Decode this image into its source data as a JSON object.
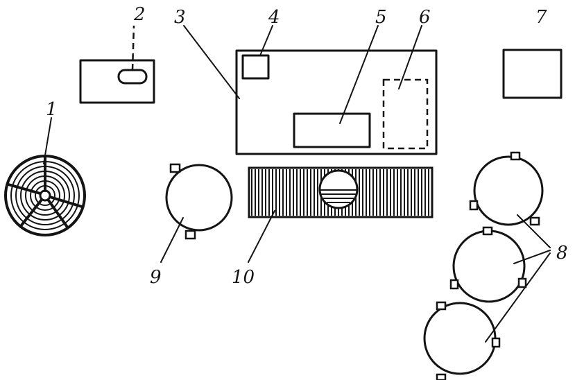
{
  "labels": {
    "l1": "1",
    "l2": "2",
    "l3": "3",
    "l4": "4",
    "l5": "5",
    "l6": "6",
    "l7": "7",
    "l8": "8",
    "l9": "9",
    "l10": "10"
  },
  "colors": {
    "ink": "#141414",
    "paper": "#ffffff"
  }
}
